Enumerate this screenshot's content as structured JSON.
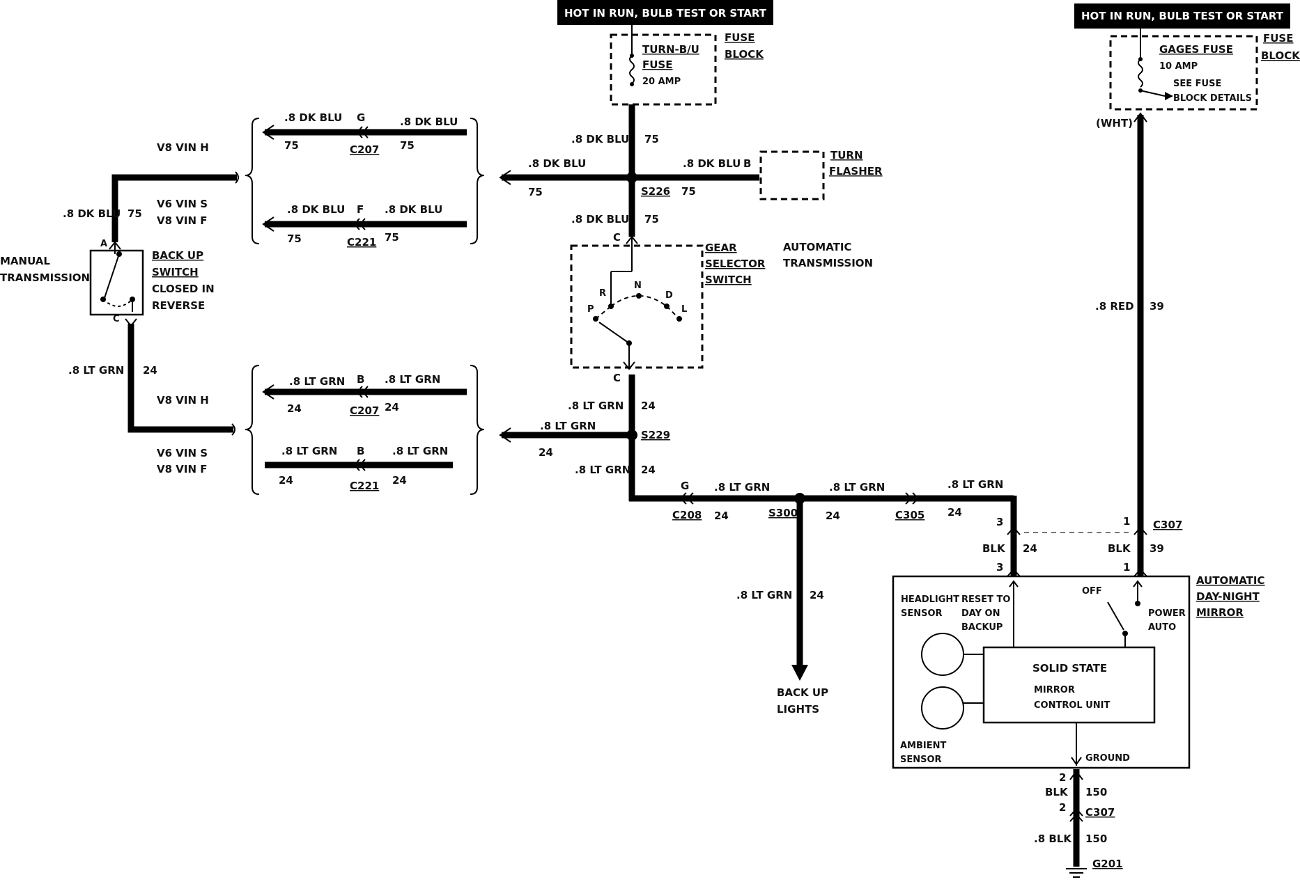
{
  "sources": {
    "left_hot": "HOT IN RUN, BULB TEST OR START",
    "right_hot": "HOT IN RUN, BULB TEST OR START"
  },
  "fuses": {
    "turn_fuse_name": "TURN-B/U",
    "turn_fuse_word": "FUSE",
    "turn_fuse_rating": "20 AMP",
    "turn_block_1": "FUSE",
    "turn_block_2": "BLOCK",
    "gages_fuse_name": "GAGES FUSE",
    "gages_fuse_rating": "10 AMP",
    "gages_see_1": "SEE FUSE",
    "gages_see_2": "BLOCK DETAILS",
    "gages_block_1": "FUSE",
    "gages_block_2": "BLOCK",
    "wht": "(WHT)"
  },
  "wires": {
    "dk_blu": ".8 DK BLU",
    "dk_blu_75": "75",
    "lt_grn": ".8 LT GRN",
    "lt_grn_24": "24",
    "red": ".8 RED",
    "red_39": "39",
    "blk": "BLK",
    "blk_24": "24",
    "blk_39": "39",
    "blk_150": "150",
    "blk8": ".8 BLK"
  },
  "splices": {
    "s226": "S226",
    "s229": "S229",
    "s300": "S300"
  },
  "connectors": {
    "c207": "C207",
    "c221": "C221",
    "c208": "C208",
    "c305": "C305",
    "c307": "C307",
    "g201": "G201",
    "pin_g": "G",
    "pin_f": "F",
    "pin_b": "B",
    "pin_1": "1",
    "pin_2": "2",
    "pin_3": "3"
  },
  "options": {
    "v8_vin_h": "V8 VIN H",
    "v6_vin_s": "V6 VIN S",
    "v8_vin_f": "V8 VIN F"
  },
  "components": {
    "turn_1": "TURN",
    "turn_2": "FLASHER",
    "gear_1": "GEAR",
    "gear_2": "SELECTOR",
    "gear_3": "SWITCH",
    "auto_trans_1": "AUTOMATIC",
    "auto_trans_2": "TRANSMISSION",
    "manual_1": "MANUAL",
    "manual_2": "TRANSMISSION",
    "backup_1": "BACK UP",
    "backup_2": "SWITCH",
    "backup_3": "CLOSED IN",
    "backup_4": "REVERSE",
    "backup_lights_1": "BACK UP",
    "backup_lights_2": "LIGHTS",
    "mirror_1": "AUTOMATIC",
    "mirror_2": "DAY-NIGHT",
    "mirror_3": "MIRROR",
    "headlight_1": "HEADLIGHT",
    "headlight_2": "SENSOR",
    "reset_1": "RESET TO",
    "reset_2": "DAY ON",
    "reset_3": "BACKUP",
    "off": "OFF",
    "power_1": "POWER",
    "power_2": "AUTO",
    "solid_1": "SOLID STATE",
    "solid_2": "MIRROR",
    "solid_3": "CONTROL UNIT",
    "ambient_1": "AMBIENT",
    "ambient_2": "SENSOR",
    "ground": "GROUND"
  },
  "switch_pins": {
    "a": "A",
    "c": "C",
    "p": "P",
    "r": "R",
    "n": "N",
    "d": "D",
    "l": "L"
  }
}
